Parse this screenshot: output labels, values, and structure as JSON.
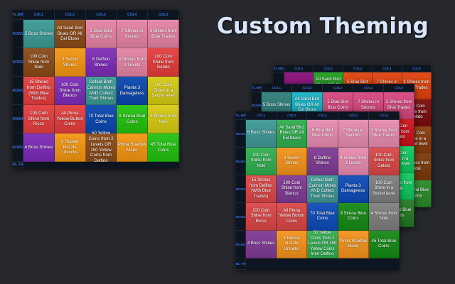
{
  "title": "Custom Theming",
  "headers": {
    "corner_top": "TL-BR",
    "corner_bottom": "BL-TR",
    "columns": [
      "COL1",
      "COL2",
      "COL3",
      "COL4",
      "COL5"
    ],
    "rows": [
      "ROW1",
      "ROW2",
      "ROW3",
      "ROW4",
      "ROW5"
    ]
  },
  "boards": {
    "main": {
      "cells": [
        {
          "text": "5 Boss Shines",
          "color": "#3a9a93"
        },
        {
          "text": "All Sand Bird Blues OR All Eel Blues",
          "color": "#8b4a17"
        },
        {
          "text": "5 Blue Bird Blue Coins",
          "color": "#e583a4"
        },
        {
          "text": "7 Shines in Secrets",
          "color": "#e583a4"
        },
        {
          "text": "3 Shines from Blue Trades",
          "color": "#e583a4"
        },
        {
          "text": "100 Coin Shine from Noki",
          "color": "#8b4a17"
        },
        {
          "text": "3 Secret Shines",
          "color": "#f39611"
        },
        {
          "text": "8 Delfino Shines",
          "color": "#7d2bb7"
        },
        {
          "text": "4 Shines from 3 Levels",
          "color": "#e583a4"
        },
        {
          "text": "100 Coin Shine from Gelato",
          "color": "#e53d3d"
        },
        {
          "text": "15 Shines from Delfino (With Blue Trades)",
          "color": "#e53d3d"
        },
        {
          "text": "100 Coin Shine from Bianco",
          "color": "#7d2bb7"
        },
        {
          "text": "Defeat Both Cannon Moles AND Collect Their Shines",
          "color": "#3a9a93"
        },
        {
          "text": "Pianta 3 Damageless",
          "color": "#0a47b0"
        },
        {
          "text": "100 Coin Shine in a Secret level",
          "color": "#d6cb12"
        },
        {
          "text": "100 Coin Shine from Ricco",
          "color": "#e53d3d"
        },
        {
          "text": "All Pinna Yellow Button Coins",
          "color": "#e53d3d"
        },
        {
          "text": "70 Total Blue Coins",
          "color": "#0a47b0"
        },
        {
          "text": "9 Sirena Blue Coins",
          "color": "#22c20f"
        },
        {
          "text": "4 Shines from Noki",
          "color": "#d6cb12"
        },
        {
          "text": "4 Boss Shines",
          "color": "#7d2bb7"
        },
        {
          "text": "3 Rocket Nozzle Unlocks",
          "color": "#f39611"
        },
        {
          "text": "50 Yellow Coins from 2 Levels OR 150 Yellow Coins from Delfino",
          "color": "#8b4a17"
        },
        {
          "text": "Pinna Shadow Mario",
          "color": "#f39611"
        },
        {
          "text": "45 Total Blue Coins",
          "color": "#22c20f"
        }
      ]
    },
    "back": {
      "cells": [
        {
          "text": "",
          "color": "#8a0f7a"
        },
        {
          "text": "All Sand Bird Blues OR All Eel Blues",
          "color": "#1c9e1c"
        },
        {
          "text": "5 Blue Bird Blue Coins",
          "color": "#e0420c"
        },
        {
          "text": "7 Shines in Secrets",
          "color": "#e0420c"
        },
        {
          "text": "3 Shines from Blue Trades",
          "color": "#e0420c"
        },
        {
          "text": "",
          "color": "#8a0f7a"
        },
        {
          "text": "",
          "color": "#8a0f7a"
        },
        {
          "text": "",
          "color": "#8a0f7a"
        },
        {
          "text": "",
          "color": "#e0420c"
        },
        {
          "text": "100 Coin Shine from Gelato",
          "color": "#7a0c0c"
        },
        {
          "text": "",
          "color": "#7a0c0c"
        },
        {
          "text": "",
          "color": "#7a0c0c"
        },
        {
          "text": "",
          "color": "#8b4a17"
        },
        {
          "text": "",
          "color": "#8b4a17"
        },
        {
          "text": "100 Coin Shine in a Secret level",
          "color": "#8a3c0c"
        },
        {
          "text": "",
          "color": "#8a3c0c"
        },
        {
          "text": "",
          "color": "#8a3c0c"
        },
        {
          "text": "",
          "color": "#8a3c0c"
        },
        {
          "text": "",
          "color": "#8a3c0c"
        },
        {
          "text": "4 Shines from Noki",
          "color": "#7a3a0c"
        },
        {
          "text": "",
          "color": "#207a20"
        },
        {
          "text": "",
          "color": "#207a20"
        },
        {
          "text": "",
          "color": "#207a20"
        },
        {
          "text": "",
          "color": "#207a20"
        },
        {
          "text": "45 Total Blue Coins",
          "color": "#2a8a2a"
        }
      ]
    },
    "mid": {
      "cells": [
        {
          "text": "5 Boss Shines",
          "color": "#2f7e7a"
        },
        {
          "text": "All Sand Bird Blues OR All Eel Blues",
          "color": "#15b3c4"
        },
        {
          "text": "5 Blue Bird Blue Coins",
          "color": "#d6477f"
        },
        {
          "text": "7 Shines in Secrets",
          "color": "#d6477f"
        },
        {
          "text": "3 Shines from Blue Trades",
          "color": "#d6477f"
        },
        {
          "text": "",
          "color": "#15b3c4"
        },
        {
          "text": "",
          "color": "#d6477f"
        },
        {
          "text": "",
          "color": "#d6477f"
        },
        {
          "text": "",
          "color": "#d6477f"
        },
        {
          "text": "100 Coin Shine from Gelato",
          "color": "#d0101a"
        },
        {
          "text": "",
          "color": "#d0101a"
        },
        {
          "text": "",
          "color": "#d0101a"
        },
        {
          "text": "",
          "color": "#d0101a"
        },
        {
          "text": "",
          "color": "#d0101a"
        },
        {
          "text": "100 Coin Shine in a Secret level",
          "color": "#0ec95c"
        },
        {
          "text": "",
          "color": "#0ec95c"
        },
        {
          "text": "",
          "color": "#0ec95c"
        },
        {
          "text": "",
          "color": "#0ec95c"
        },
        {
          "text": "",
          "color": "#0ec95c"
        },
        {
          "text": "4 Shines from Noki",
          "color": "#0ec95c"
        },
        {
          "text": "",
          "color": "#237a23"
        },
        {
          "text": "",
          "color": "#237a23"
        },
        {
          "text": "",
          "color": "#237a23"
        },
        {
          "text": "",
          "color": "#237a23"
        },
        {
          "text": "45 Total Blue Coins",
          "color": "#237a23"
        }
      ]
    },
    "front": {
      "cells": [
        {
          "text": "5 Boss Shines",
          "color": "#3e9896"
        },
        {
          "text": "All Sand Bird Blues OR All Eel Blues",
          "color": "#2fae4f"
        },
        {
          "text": "5 Blue Bird Blue Coins",
          "color": "#e88ab0"
        },
        {
          "text": "7 Shines in Secrets",
          "color": "#e88ab0"
        },
        {
          "text": "3 Shines from Blue Trades",
          "color": "#e88ab0"
        },
        {
          "text": "100 Coin Shine from Noki",
          "color": "#2fae4f"
        },
        {
          "text": "3 Secret Shines",
          "color": "#f3921c"
        },
        {
          "text": "8 Delfino Shines",
          "color": "#7f3a94"
        },
        {
          "text": "4 Shines from 3 Levels",
          "color": "#e88ab0"
        },
        {
          "text": "100 Coin Shine from Gelato",
          "color": "#db4646"
        },
        {
          "text": "15 Shines from Delfino (With Blue Trades)",
          "color": "#db4646"
        },
        {
          "text": "100 Coin Shine from Bianco",
          "color": "#7f3a94"
        },
        {
          "text": "Defeat Both Cannon Moles AND Collect Their Shines",
          "color": "#3e9896"
        },
        {
          "text": "Pianta 3 Damageless",
          "color": "#0d4bb8"
        },
        {
          "text": "100 Coin Shine in a Secret level",
          "color": "#7e7e7e"
        },
        {
          "text": "100 Coin Shine from Ricco",
          "color": "#db4646"
        },
        {
          "text": "All Pinna Yellow Button Coins",
          "color": "#db4646"
        },
        {
          "text": "70 Total Blue Coins",
          "color": "#0d4bb8"
        },
        {
          "text": "9 Sirena Blue Coins",
          "color": "#148a14"
        },
        {
          "text": "4 Shines from Noki",
          "color": "#7e7e7e"
        },
        {
          "text": "4 Boss Shines",
          "color": "#7f3a94"
        },
        {
          "text": "3 Rocket Nozzle Unlocks",
          "color": "#f3921c"
        },
        {
          "text": "50 Yellow Coins from 2 Levels OR 150 Yellow Coins from Delfino",
          "color": "#2fae4f"
        },
        {
          "text": "Pinna Shadow Mario",
          "color": "#f3921c"
        },
        {
          "text": "45 Total Blue Coins",
          "color": "#148a14"
        }
      ]
    }
  }
}
